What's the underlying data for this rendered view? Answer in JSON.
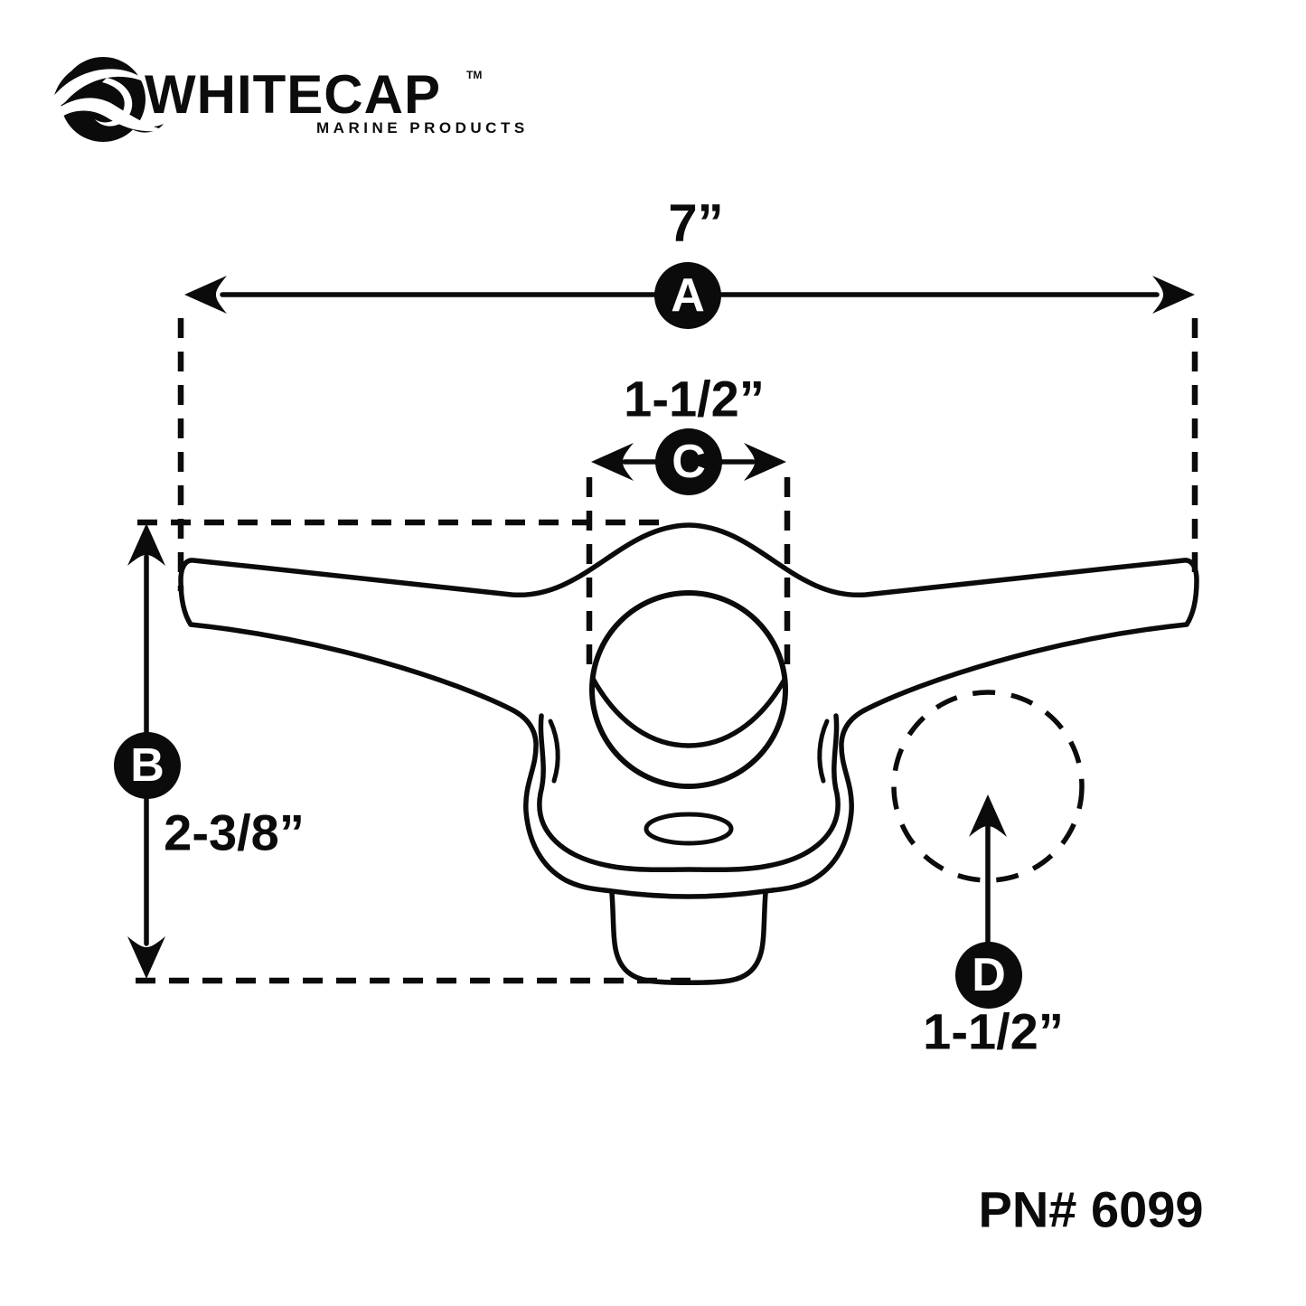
{
  "brand": {
    "name": "WHITECAP",
    "trademark": "TM",
    "tagline": "MARINE PRODUCTS"
  },
  "drawing": {
    "type": "product-dimension-diagram",
    "product": "cleat",
    "part_number": "PN# 6099",
    "dimensions": {
      "A": {
        "label": "A",
        "value": "7”",
        "measures": "overall width"
      },
      "B": {
        "label": "B",
        "value": "2-3/8”",
        "measures": "overall height"
      },
      "C": {
        "label": "C",
        "value": "1-1/2”",
        "measures": "center hub width"
      },
      "D": {
        "label": "D",
        "value": "1-1/2”",
        "measures": "hole diameter"
      }
    }
  },
  "colors": {
    "ink": "#0b0b0b",
    "paper": "#ffffff"
  }
}
